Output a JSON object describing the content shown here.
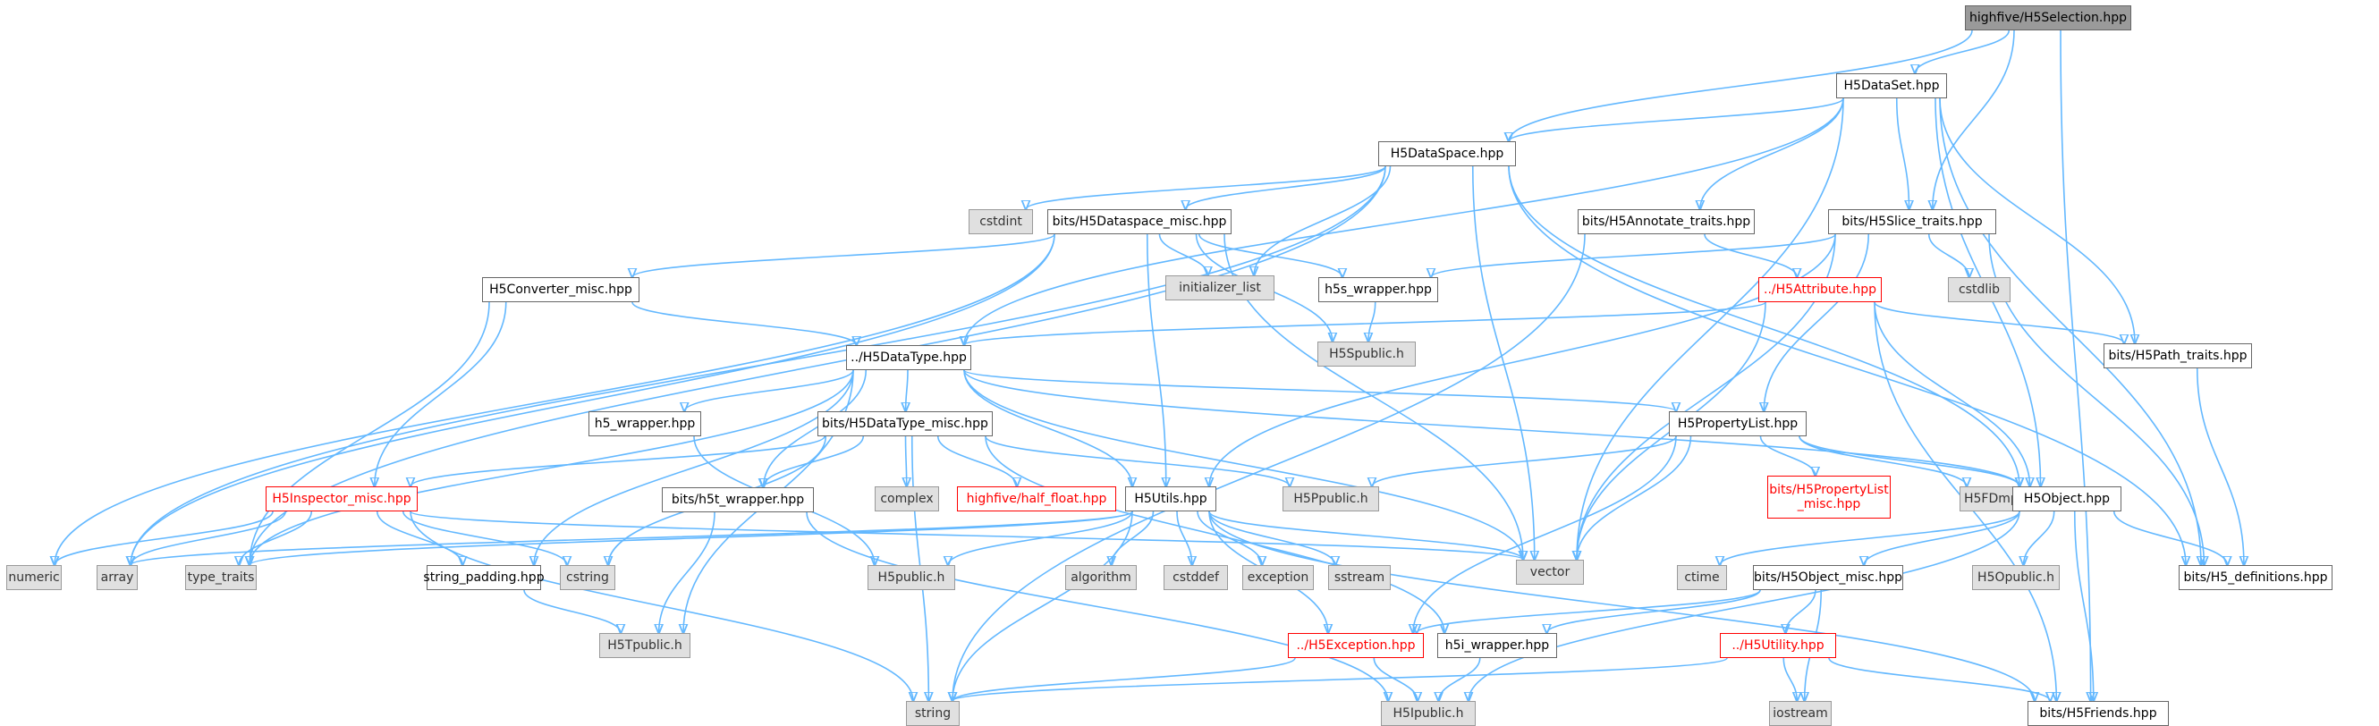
{
  "diagram": {
    "colors": {
      "edge": "#63b8ff",
      "red_border": "#ff0000",
      "gray_fill": "#e0e0e0",
      "root_fill": "#9a9a9a"
    },
    "nodes": [
      {
        "id": "root",
        "label": "highfive/H5Selection.hpp",
        "style": "root"
      },
      {
        "id": "dataset",
        "label": "H5DataSet.hpp",
        "style": "black"
      },
      {
        "id": "dataspace",
        "label": "H5DataSpace.hpp",
        "style": "black"
      },
      {
        "id": "cstdint",
        "label": "cstdint",
        "style": "gray"
      },
      {
        "id": "dspmisc",
        "label": "bits/H5Dataspace_misc.hpp",
        "style": "black"
      },
      {
        "id": "annot",
        "label": "bits/H5Annotate_traits.hpp",
        "style": "black"
      },
      {
        "id": "slice",
        "label": "bits/H5Slice_traits.hpp",
        "style": "black"
      },
      {
        "id": "init",
        "label": "initializer_list",
        "style": "gray"
      },
      {
        "id": "h5swrap",
        "label": "h5s_wrapper.hpp",
        "style": "black"
      },
      {
        "id": "attr",
        "label": "../H5Attribute.hpp",
        "style": "red"
      },
      {
        "id": "cstdlib",
        "label": "cstdlib",
        "style": "gray"
      },
      {
        "id": "convmisc",
        "label": "H5Converter_misc.hpp",
        "style": "black"
      },
      {
        "id": "datatype",
        "label": "../H5DataType.hpp",
        "style": "black"
      },
      {
        "id": "h5spub",
        "label": "H5Spublic.h",
        "style": "gray"
      },
      {
        "id": "pathtr",
        "label": "bits/H5Path_traits.hpp",
        "style": "black"
      },
      {
        "id": "h5wrap",
        "label": "h5_wrapper.hpp",
        "style": "black"
      },
      {
        "id": "dtmisc",
        "label": "bits/H5DataType_misc.hpp",
        "style": "black"
      },
      {
        "id": "proplist",
        "label": "H5PropertyList.hpp",
        "style": "black"
      },
      {
        "id": "inspmisc",
        "label": "H5Inspector_misc.hpp",
        "style": "red"
      },
      {
        "id": "h5twrap",
        "label": "bits/h5t_wrapper.hpp",
        "style": "black"
      },
      {
        "id": "complex",
        "label": "complex",
        "style": "gray"
      },
      {
        "id": "half",
        "label": "highfive/half_float.hpp",
        "style": "red"
      },
      {
        "id": "utils",
        "label": "H5Utils.hpp",
        "style": "black"
      },
      {
        "id": "h5ppub",
        "label": "H5Ppublic.h",
        "style": "gray"
      },
      {
        "id": "plmisc",
        "label": "bits/H5PropertyList\n_misc.hpp",
        "style": "red"
      },
      {
        "id": "fdmpi",
        "label": "H5FDmpi.h",
        "style": "gray"
      },
      {
        "id": "object",
        "label": "H5Object.hpp",
        "style": "black"
      },
      {
        "id": "numeric",
        "label": "numeric",
        "style": "gray"
      },
      {
        "id": "array",
        "label": "array",
        "style": "gray"
      },
      {
        "id": "typetraits",
        "label": "type_traits",
        "style": "gray"
      },
      {
        "id": "strpad",
        "label": "string_padding.hpp",
        "style": "black"
      },
      {
        "id": "cstring",
        "label": "cstring",
        "style": "gray"
      },
      {
        "id": "h5pub",
        "label": "H5public.h",
        "style": "gray"
      },
      {
        "id": "algorithm",
        "label": "algorithm",
        "style": "gray"
      },
      {
        "id": "cstddef",
        "label": "cstddef",
        "style": "gray"
      },
      {
        "id": "exception",
        "label": "exception",
        "style": "gray"
      },
      {
        "id": "sstream",
        "label": "sstream",
        "style": "gray"
      },
      {
        "id": "vector",
        "label": "vector",
        "style": "gray"
      },
      {
        "id": "ctime",
        "label": "ctime",
        "style": "gray"
      },
      {
        "id": "objmisc",
        "label": "bits/H5Object_misc.hpp",
        "style": "black"
      },
      {
        "id": "h5opub",
        "label": "H5Opublic.h",
        "style": "gray"
      },
      {
        "id": "h5def",
        "label": "bits/H5_definitions.hpp",
        "style": "black"
      },
      {
        "id": "h5tpub",
        "label": "H5Tpublic.h",
        "style": "gray"
      },
      {
        "id": "excep",
        "label": "../H5Exception.hpp",
        "style": "red"
      },
      {
        "id": "h5iwrap",
        "label": "h5i_wrapper.hpp",
        "style": "black"
      },
      {
        "id": "h5util",
        "label": "../H5Utility.hpp",
        "style": "red"
      },
      {
        "id": "string",
        "label": "string",
        "style": "gray"
      },
      {
        "id": "h5ipub",
        "label": "H5Ipublic.h",
        "style": "gray"
      },
      {
        "id": "iostream",
        "label": "iostream",
        "style": "gray"
      },
      {
        "id": "friends",
        "label": "bits/H5Friends.hpp",
        "style": "black"
      }
    ],
    "edges": [
      [
        "root",
        "dataset"
      ],
      [
        "root",
        "dataspace"
      ],
      [
        "root",
        "slice"
      ],
      [
        "root",
        "friends"
      ],
      [
        "dataset",
        "dataspace"
      ],
      [
        "dataset",
        "datatype"
      ],
      [
        "dataset",
        "annot"
      ],
      [
        "dataset",
        "slice"
      ],
      [
        "dataset",
        "pathtr"
      ],
      [
        "dataset",
        "object"
      ],
      [
        "dataset",
        "vector"
      ],
      [
        "dataset",
        "h5def"
      ],
      [
        "dataspace",
        "cstdint"
      ],
      [
        "dataspace",
        "dspmisc"
      ],
      [
        "dataspace",
        "init"
      ],
      [
        "dataspace",
        "vector"
      ],
      [
        "dataspace",
        "array"
      ],
      [
        "dataspace",
        "object"
      ],
      [
        "dataspace",
        "h5def"
      ],
      [
        "dataspace",
        "typetraits"
      ],
      [
        "dspmisc",
        "init"
      ],
      [
        "dspmisc",
        "h5swrap"
      ],
      [
        "dspmisc",
        "h5spub"
      ],
      [
        "dspmisc",
        "convmisc"
      ],
      [
        "dspmisc",
        "utils"
      ],
      [
        "dspmisc",
        "vector"
      ],
      [
        "dspmisc",
        "numeric"
      ],
      [
        "dspmisc",
        "array"
      ],
      [
        "annot",
        "attr"
      ],
      [
        "annot",
        "string"
      ],
      [
        "slice",
        "cstdlib"
      ],
      [
        "slice",
        "h5swrap"
      ],
      [
        "slice",
        "proplist"
      ],
      [
        "slice",
        "utils"
      ],
      [
        "slice",
        "vector"
      ],
      [
        "slice",
        "h5def"
      ],
      [
        "h5swrap",
        "h5spub"
      ],
      [
        "attr",
        "datatype"
      ],
      [
        "attr",
        "object"
      ],
      [
        "attr",
        "pathtr"
      ],
      [
        "attr",
        "vector"
      ],
      [
        "attr",
        "friends"
      ],
      [
        "convmisc",
        "datatype"
      ],
      [
        "convmisc",
        "inspmisc"
      ],
      [
        "convmisc",
        "typetraits"
      ],
      [
        "datatype",
        "h5wrap"
      ],
      [
        "datatype",
        "dtmisc"
      ],
      [
        "datatype",
        "utils"
      ],
      [
        "datatype",
        "h5twrap"
      ],
      [
        "datatype",
        "proplist"
      ],
      [
        "datatype",
        "object"
      ],
      [
        "datatype",
        "vector"
      ],
      [
        "datatype",
        "typetraits"
      ],
      [
        "datatype",
        "strpad"
      ],
      [
        "datatype",
        "h5tpub"
      ],
      [
        "pathtr",
        "h5def"
      ],
      [
        "h5wrap",
        "h5pub"
      ],
      [
        "dtmisc",
        "inspmisc"
      ],
      [
        "dtmisc",
        "h5twrap"
      ],
      [
        "dtmisc",
        "complex"
      ],
      [
        "dtmisc",
        "half"
      ],
      [
        "dtmisc",
        "h5ppub"
      ],
      [
        "dtmisc",
        "cstring"
      ],
      [
        "dtmisc",
        "string"
      ],
      [
        "dtmisc",
        "h5iwrap"
      ],
      [
        "proplist",
        "h5ppub"
      ],
      [
        "proplist",
        "plmisc"
      ],
      [
        "proplist",
        "fdmpi"
      ],
      [
        "proplist",
        "object"
      ],
      [
        "proplist",
        "vector"
      ],
      [
        "proplist",
        "excep"
      ],
      [
        "inspmisc",
        "numeric"
      ],
      [
        "inspmisc",
        "array"
      ],
      [
        "inspmisc",
        "typetraits"
      ],
      [
        "inspmisc",
        "strpad"
      ],
      [
        "inspmisc",
        "cstring"
      ],
      [
        "inspmisc",
        "string"
      ],
      [
        "inspmisc",
        "vector"
      ],
      [
        "h5twrap",
        "h5tpub"
      ],
      [
        "h5twrap",
        "h5ipub"
      ],
      [
        "utils",
        "array"
      ],
      [
        "utils",
        "typetraits"
      ],
      [
        "utils",
        "h5pub"
      ],
      [
        "utils",
        "algorithm"
      ],
      [
        "utils",
        "cstddef"
      ],
      [
        "utils",
        "exception"
      ],
      [
        "utils",
        "sstream"
      ],
      [
        "utils",
        "vector"
      ],
      [
        "utils",
        "string"
      ],
      [
        "utils",
        "excep"
      ],
      [
        "utils",
        "friends"
      ],
      [
        "object",
        "ctime"
      ],
      [
        "object",
        "objmisc"
      ],
      [
        "object",
        "h5opub"
      ],
      [
        "object",
        "h5def"
      ],
      [
        "object",
        "friends"
      ],
      [
        "object",
        "h5ipub"
      ],
      [
        "strpad",
        "h5tpub"
      ],
      [
        "objmisc",
        "excep"
      ],
      [
        "objmisc",
        "h5iwrap"
      ],
      [
        "objmisc",
        "h5util"
      ],
      [
        "objmisc",
        "iostream"
      ],
      [
        "excep",
        "string"
      ],
      [
        "excep",
        "h5ipub"
      ],
      [
        "h5iwrap",
        "h5ipub"
      ],
      [
        "h5util",
        "iostream"
      ],
      [
        "h5util",
        "string"
      ],
      [
        "h5util",
        "friends"
      ]
    ]
  }
}
